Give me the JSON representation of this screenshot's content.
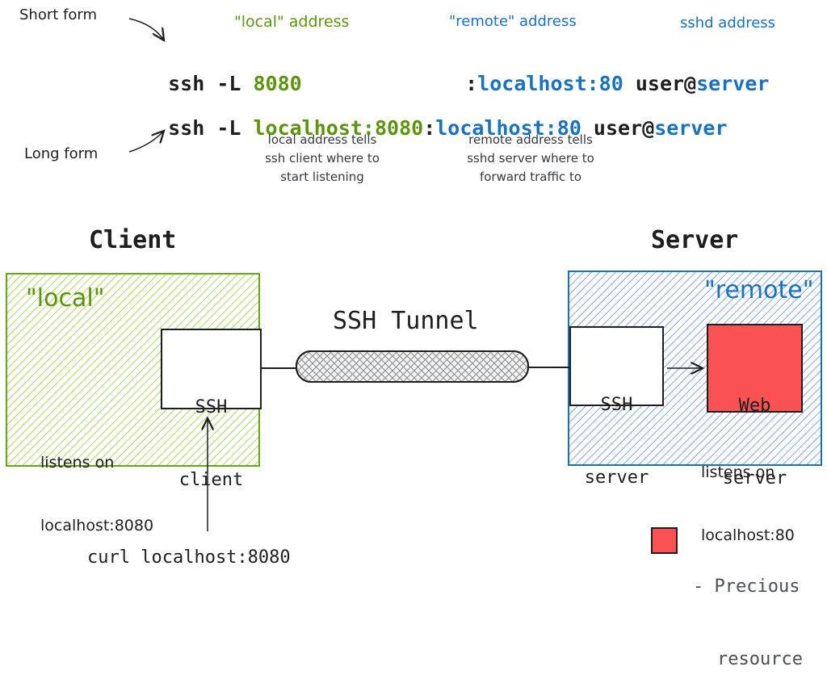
{
  "header": {
    "short_form_label": "Short form",
    "long_form_label": "Long form",
    "local_address_label": "\"local\" address",
    "remote_address_label": "\"remote\" address",
    "sshd_address_label": "sshd address"
  },
  "commands": {
    "short": {
      "prefix": "ssh -L ",
      "local": "8080",
      "colon": ":",
      "remote": "localhost:80",
      "user": " user@",
      "server": "server"
    },
    "long": {
      "prefix": "ssh -L ",
      "local": "localhost:8080",
      "colon": ":",
      "remote": "localhost:80",
      "user": " user@",
      "server": "server"
    }
  },
  "notes": {
    "local_note": "local address tells ssh client where to start listening",
    "remote_note": "remote address tells sshd server where to forward traffic to"
  },
  "diagram": {
    "client_title": "Client",
    "server_title": "Server",
    "local_zone_label": "\"local\"",
    "remote_zone_label": "\"remote\"",
    "tunnel_label": "SSH Tunnel",
    "ssh_client_line1": "SSH",
    "ssh_client_line2": "client",
    "ssh_server_line1": "SSH",
    "ssh_server_line2": "server",
    "web_server_line1": "Web",
    "web_server_line2": "server",
    "client_listens_line1": "listens on",
    "client_listens_line2": "localhost:8080",
    "server_listens_line1": "listens on",
    "server_listens_line2": "localhost:80",
    "curl_command": "curl localhost:8080"
  },
  "legend": {
    "line1": "- Precious",
    "line2": "resource",
    "swatch_color": "#fa5252"
  },
  "colors": {
    "green": "#5c940d",
    "blue": "#1971c2",
    "red": "#fa5252",
    "dark": "#1e1e1e"
  }
}
